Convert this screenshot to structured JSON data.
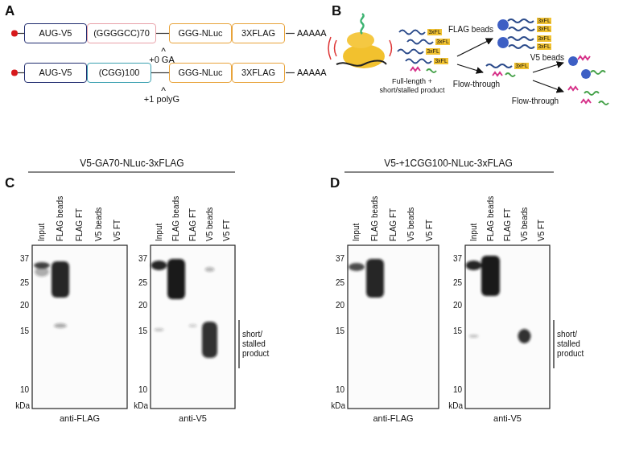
{
  "diagram": {
    "nodes": [
      {
        "text": [
          "AUG-V5"
        ]
      },
      {
        "text": [
          "(GGGGCC)70"
        ]
      },
      {
        "text": [
          "GGG-NLuc"
        ]
      },
      {
        "text": [
          "3XFLAG"
        ]
      },
      {
        "text": [
          "AUG-V5"
        ]
      },
      {
        "text": [
          "(CGG)100"
        ]
      },
      {
        "text": [
          "GGG-NLuc"
        ]
      },
      {
        "text": [
          "3XFLAG"
        ]
      }
    ],
    "edges": [
      {
        "from": 1,
        "to": 2,
        "arrow": "none"
      },
      {
        "from": 5,
        "to": 6,
        "arrow": "none"
      }
    ],
    "labels": [
      "A",
      "AAAAA",
      "^",
      "+0 GA",
      "AAAAA",
      "^",
      "+1 polyG",
      "B",
      "Full-length + short/stalled product",
      "FLAG beads",
      "Flow-through",
      "V5 beads",
      "Flow-through",
      "3xFL",
      "3xFL",
      "3xFL",
      "3xFL",
      "3xFL",
      "3xFL",
      "3xFL",
      "3xFL",
      "3xFL",
      "C",
      "V5-GA70-NLuc-3xFLAG",
      "Input",
      "FLAG beads",
      "FLAG FT",
      "V5 beads",
      "V5 FT",
      "37",
      "25",
      "20",
      "15",
      "10",
      "kDa",
      "anti-FLAG",
      "Input",
      "FLAG beads",
      "FLAG FT",
      "V5 beads",
      "V5 FT",
      "37",
      "25",
      "20",
      "15",
      "10",
      "kDa",
      "anti-V5",
      "short/ stalled product",
      "D",
      "V5-+1CGG100-NLuc-3xFLAG",
      "Input",
      "FLAG beads",
      "FLAG FT",
      "V5 beads",
      "V5 FT",
      "37",
      "25",
      "20",
      "15",
      "10",
      "kDa",
      "anti-FLAG",
      "Input",
      "FLAG beads",
      "FLAG FT",
      "V5 beads",
      "V5 FT",
      "37",
      "25",
      "20",
      "15",
      "10",
      "kDa",
      "anti-V5",
      "short/ stalled product"
    ]
  }
}
